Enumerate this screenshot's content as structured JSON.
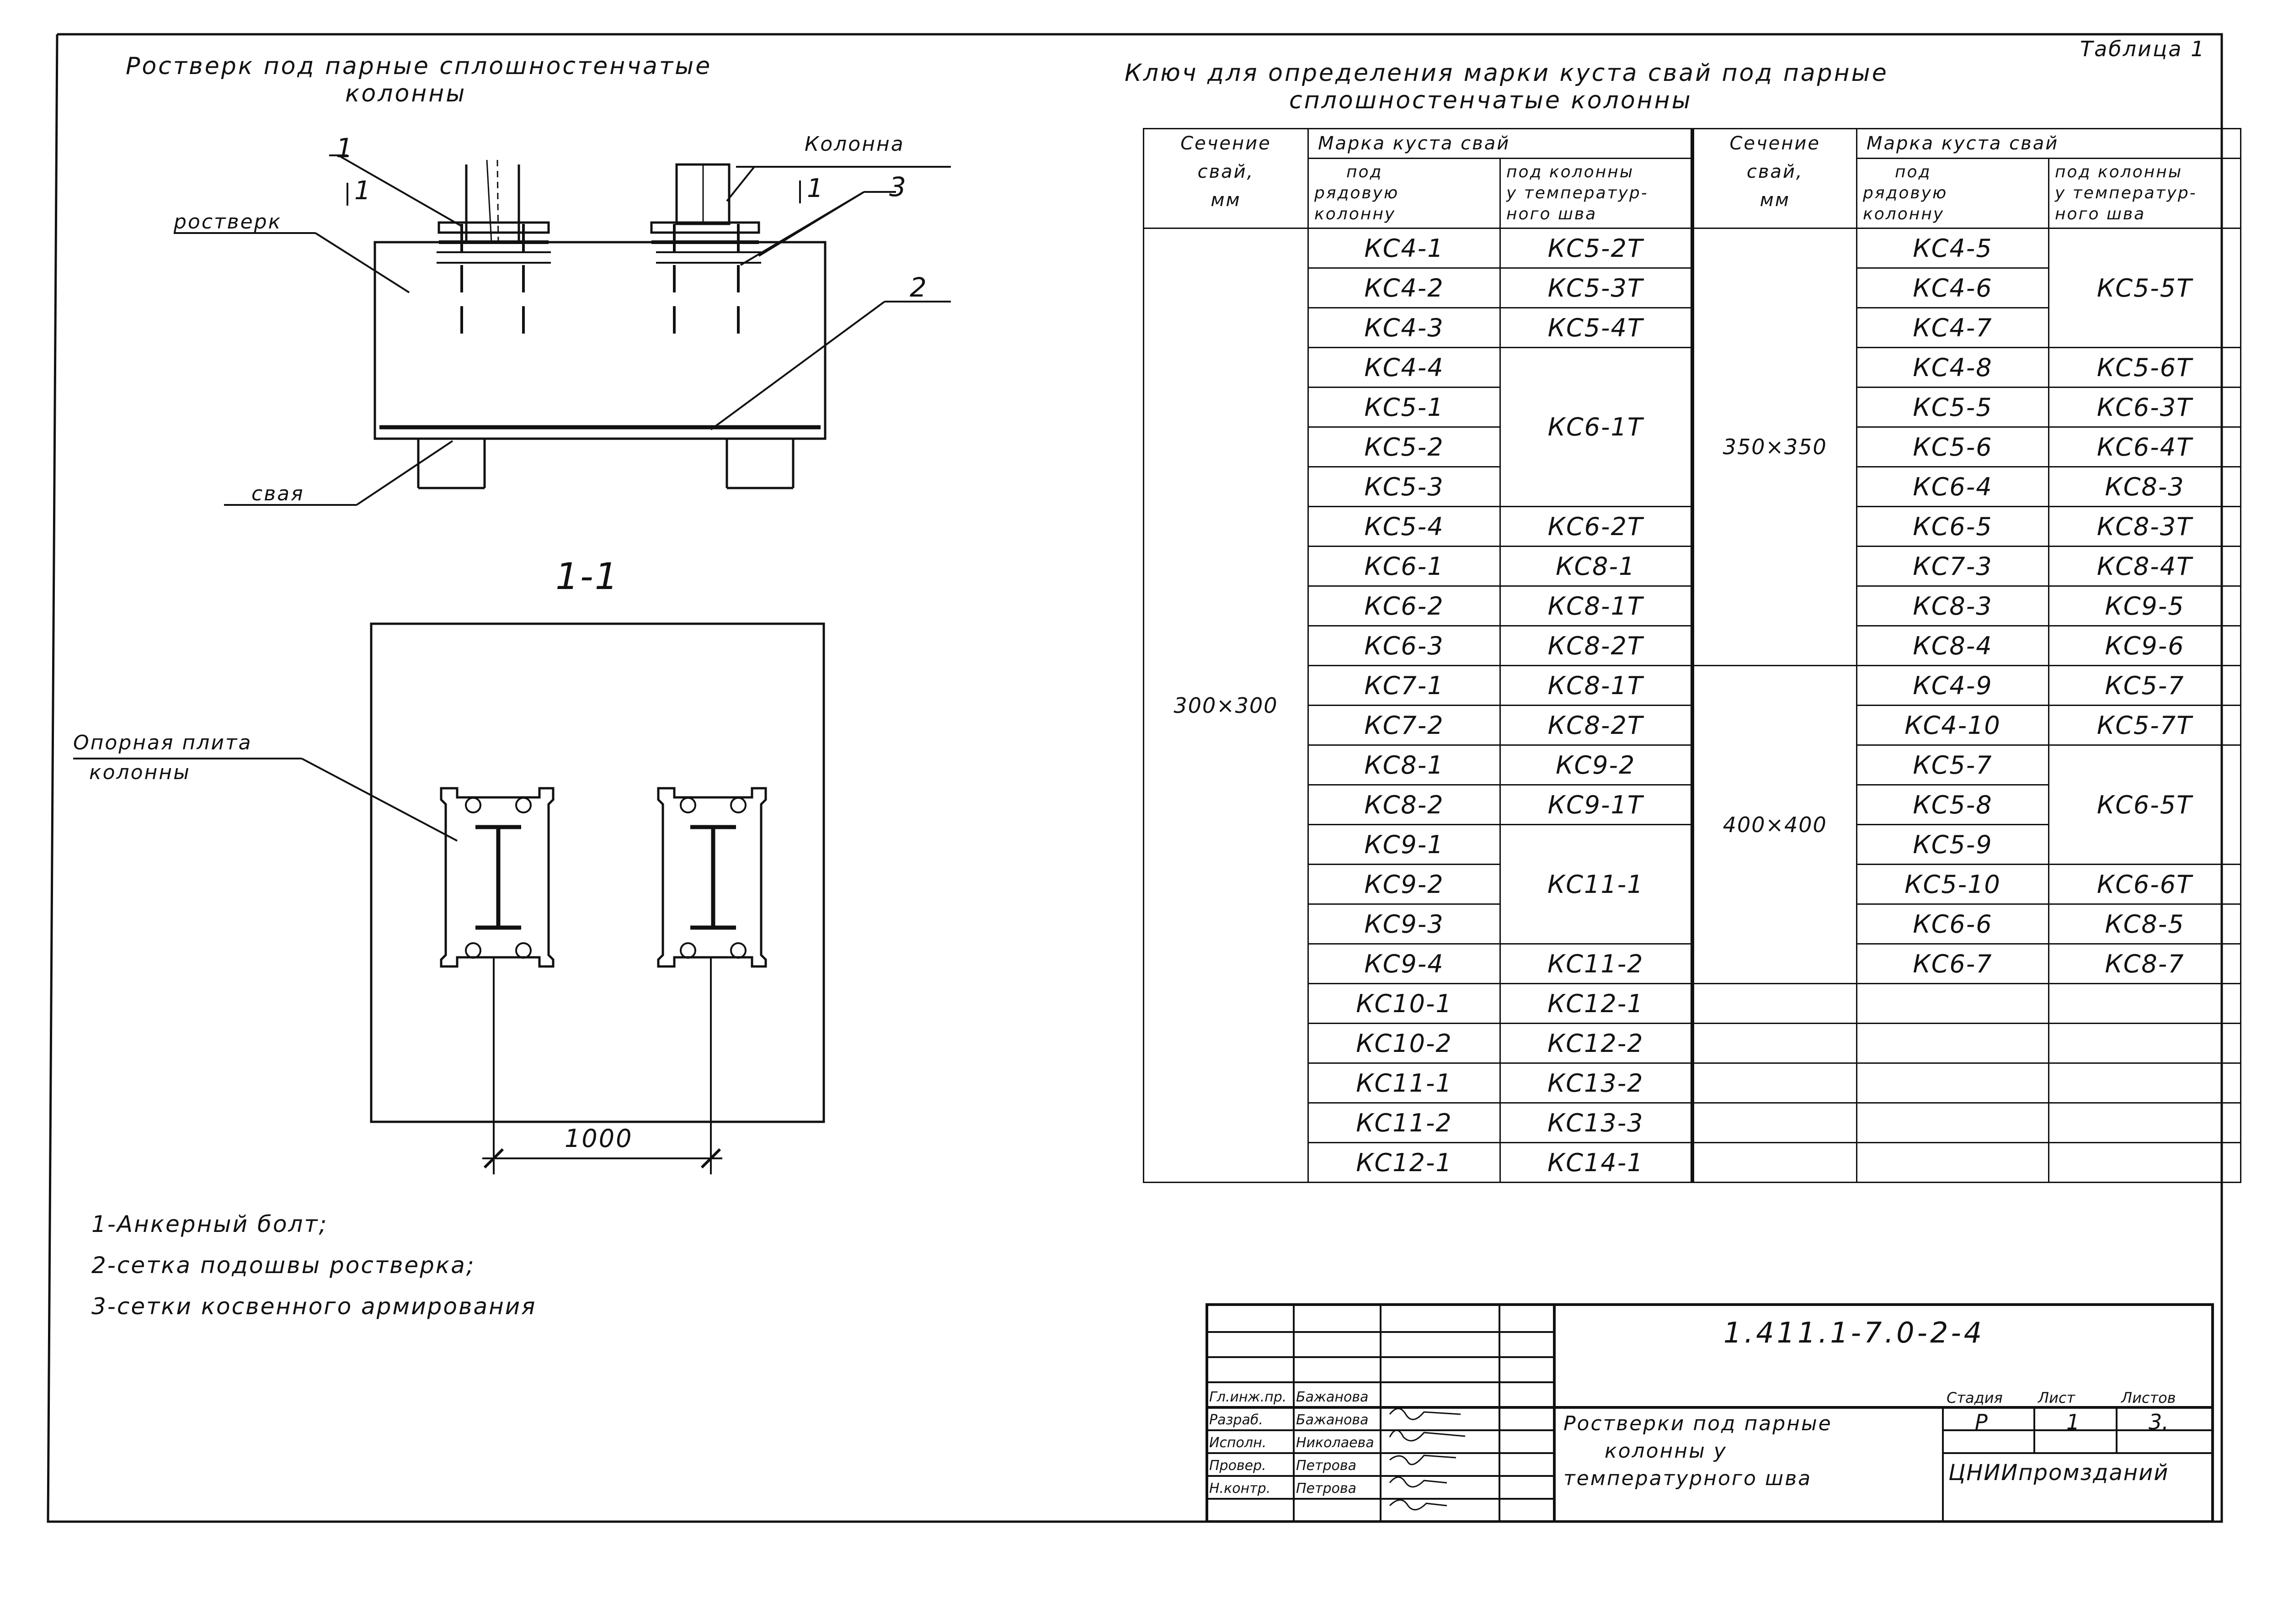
{
  "left": {
    "title_line1": "Ростверк под парные сплошностенчатые",
    "title_line2": "колонны",
    "labels": {
      "kolonna": "Колонна",
      "rostverk": "ростверк",
      "svaya": "свая",
      "mark1": "1",
      "mark2": "2",
      "mark3": "3",
      "section_mark_a": "1",
      "section_mark_b": "1",
      "section_title": "1-1",
      "plate_line1": "Опорная плита",
      "plate_line2": "колонны",
      "dimension": "1000"
    },
    "notes": [
      "1-Анкерный болт;",
      "2-сетка подошвы ростверка;",
      "3-сетки косвенного армирования"
    ]
  },
  "table": {
    "table_no": "Таблица 1",
    "title_line1": "Ключ для определения марки куста свай под парные",
    "title_line2": "сплошностенчатые колонны",
    "headers": {
      "section": "Сечение свай, мм",
      "section_l1": "Сечение",
      "section_l2": "свай,",
      "section_l3": "мм",
      "group": "Марка куста свай",
      "row_col": "под рядовую колонну",
      "row_col_l1": "под",
      "row_col_l2": "рядовую",
      "row_col_l3": "колонну",
      "temp_col": "под колонны у температурного шва",
      "temp_col_l1": "под колонны",
      "temp_col_l2": "у температур-",
      "temp_col_l3": "ного шва"
    },
    "left_section": "300×300",
    "left_rows": [
      [
        "КС4-1",
        "КС5-2Т"
      ],
      [
        "КС4-2",
        "КС5-3Т"
      ],
      [
        "КС4-3",
        "КС5-4Т"
      ],
      [
        "КС4-4",
        "КС6-1Т"
      ],
      [
        "КС5-1",
        ""
      ],
      [
        "КС5-2",
        ""
      ],
      [
        "КС5-3",
        ""
      ],
      [
        "КС5-4",
        "КС6-2Т"
      ],
      [
        "КС6-1",
        "КС8-1"
      ],
      [
        "КС6-2",
        "КС8-1Т"
      ],
      [
        "КС6-3",
        "КС8-2Т"
      ],
      [
        "КС7-1",
        "КС8-1Т"
      ],
      [
        "КС7-2",
        "КС8-2Т"
      ],
      [
        "КС8-1",
        "КС9-2"
      ],
      [
        "КС8-2",
        "КС9-1Т"
      ],
      [
        "КС9-1",
        "КС11-1"
      ],
      [
        "КС9-2",
        ""
      ],
      [
        "КС9-3",
        ""
      ],
      [
        "КС9-4",
        "КС11-2"
      ],
      [
        "КС10-1",
        "КС12-1"
      ],
      [
        "КС10-2",
        "КС12-2"
      ],
      [
        "КС11-1",
        "КС13-2"
      ],
      [
        "КС11-2",
        "КС13-3"
      ],
      [
        "КС12-1",
        "КС14-1"
      ]
    ],
    "right_section_a": "350×350",
    "right_section_b": "400×400",
    "right_rows": [
      [
        "КС4-5",
        "КС5-5Т"
      ],
      [
        "КС4-6",
        ""
      ],
      [
        "КС4-7",
        ""
      ],
      [
        "КС4-8",
        "КС5-6Т"
      ],
      [
        "КС5-5",
        "КС6-3Т"
      ],
      [
        "КС5-6",
        "КС6-4Т"
      ],
      [
        "КС6-4",
        "КС8-3"
      ],
      [
        "КС6-5",
        "КС8-3Т"
      ],
      [
        "КС7-3",
        "КС8-4Т"
      ],
      [
        "КС8-3",
        "КС9-5"
      ],
      [
        "КС8-4",
        "КС9-6"
      ],
      [
        "КС4-9",
        "КС5-7"
      ],
      [
        "КС4-10",
        "КС5-7Т"
      ],
      [
        "КС5-7",
        "КС6-5Т"
      ],
      [
        "КС5-8",
        ""
      ],
      [
        "КС5-9",
        ""
      ],
      [
        "КС5-10",
        "КС6-6Т"
      ],
      [
        "КС6-6",
        "КС8-5"
      ],
      [
        "КС6-7",
        "КС8-7"
      ],
      [
        "",
        ""
      ],
      [
        "",
        ""
      ],
      [
        "",
        ""
      ],
      [
        "",
        ""
      ],
      [
        "",
        ""
      ]
    ]
  },
  "stamp": {
    "code": "1.411.1-7.0-2-4",
    "title_line1": "Ростверки под парные",
    "title_line2": "колонны у",
    "title_line3": "температурного шва",
    "stage_label": "Стадия",
    "sheet_label": "Лист",
    "sheets_label": "Листов",
    "stage": "Р",
    "sheet": "1",
    "sheets": "3.",
    "org": "ЦНИИпромзданий",
    "roles": [
      {
        "role": "Гл.инж.пр.",
        "name": "Бажанова"
      },
      {
        "role": "Разраб.",
        "name": "Бажанова"
      },
      {
        "role": "Исполн.",
        "name": "Николаева"
      },
      {
        "role": "Провер.",
        "name": "Петрова"
      },
      {
        "role": "Н.контр.",
        "name": "Петрова"
      }
    ]
  }
}
